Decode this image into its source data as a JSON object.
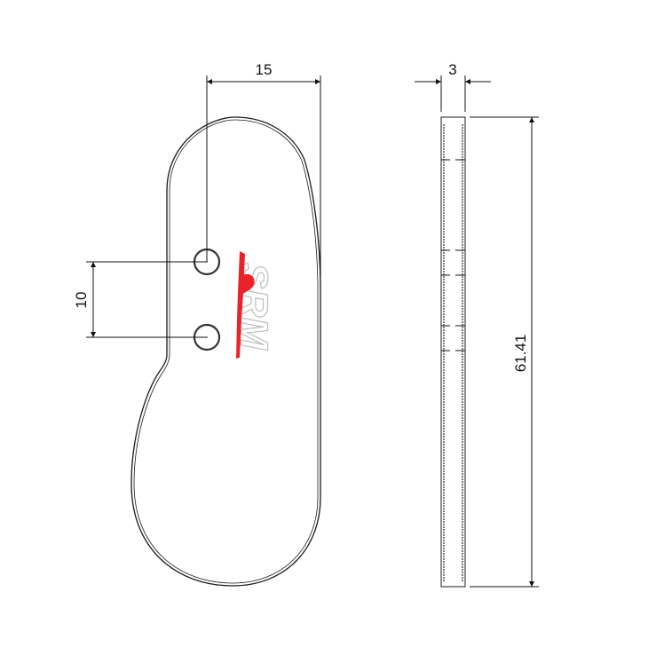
{
  "drawing": {
    "type": "technical-drawing",
    "views": [
      "front-profile",
      "side-view"
    ],
    "line_color": "#1a1a1a",
    "logo": {
      "text": "SRM",
      "colors": {
        "primary": "#e8232a",
        "outline": "#bdbdbd"
      }
    },
    "dimensions": {
      "width_top": {
        "label": "15",
        "orientation": "horizontal"
      },
      "hole_spacing": {
        "label": "10",
        "orientation": "vertical"
      },
      "thickness": {
        "label": "3",
        "orientation": "horizontal"
      },
      "overall_length": {
        "label": "61.41",
        "orientation": "vertical"
      }
    }
  }
}
